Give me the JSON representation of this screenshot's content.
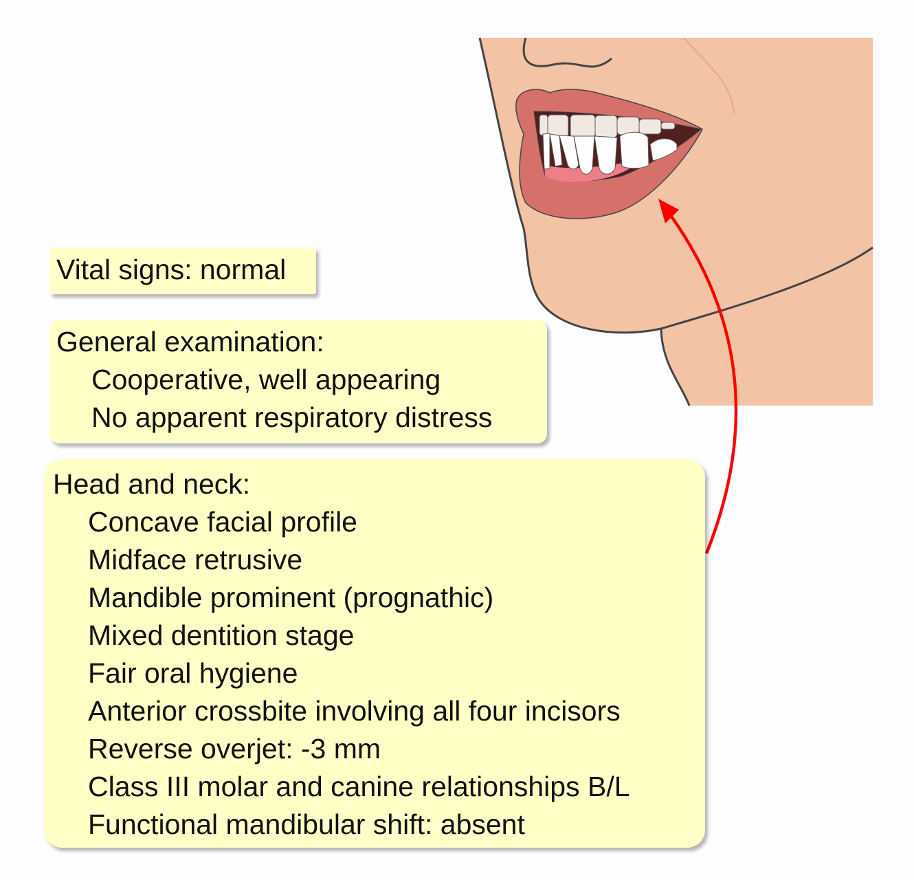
{
  "colors": {
    "skin": "#f3c3a5",
    "lip": "#d6706b",
    "gum": "#ee7e88",
    "mouth": "#521f1f",
    "arrow": "#ff0000",
    "box": "#ffffc6"
  },
  "vital_signs": {
    "text": "Vital signs: normal"
  },
  "general_exam": {
    "heading": "General examination:",
    "items": [
      "Cooperative, well appearing",
      "No apparent respiratory distress"
    ]
  },
  "head_neck": {
    "heading": "Head and neck:",
    "items": [
      "Concave facial profile",
      "Midface retrusive",
      "Mandible prominent (prognathic)",
      "Mixed dentition stage",
      "Fair oral hygiene",
      "Anterior crossbite involving all four incisors",
      "Reverse overjet: -3 mm",
      "Class III molar and canine relationships B/L",
      "Functional mandibular shift: absent"
    ]
  }
}
